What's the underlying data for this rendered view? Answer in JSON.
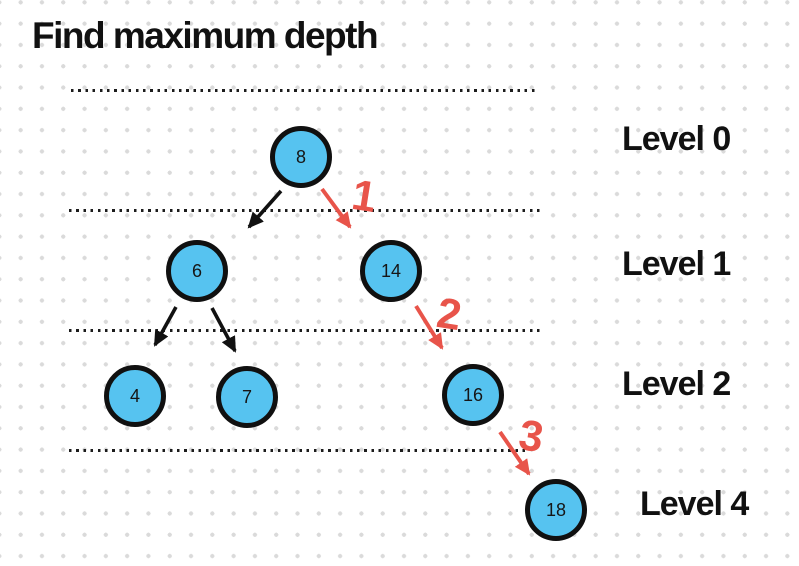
{
  "title": "Find maximum depth",
  "colors": {
    "node_fill": "#56c3f0",
    "node_border": "#101010",
    "black_arrow": "#111111",
    "red_accent": "#e8544a",
    "grid_dot": "#dadada",
    "separator_dot": "#1c1c1c"
  },
  "levels": [
    {
      "label": "Level 0"
    },
    {
      "label": "Level 1"
    },
    {
      "label": "Level 2"
    },
    {
      "label": "Level 4"
    }
  ],
  "tree": {
    "nodes": [
      {
        "value": "8"
      },
      {
        "value": "6"
      },
      {
        "value": "14"
      },
      {
        "value": "4"
      },
      {
        "value": "7"
      },
      {
        "value": "16"
      },
      {
        "value": "18"
      }
    ],
    "edges": [
      {
        "from": "8",
        "to": "6",
        "color": "black"
      },
      {
        "from": "6",
        "to": "4",
        "color": "black"
      },
      {
        "from": "6",
        "to": "7",
        "color": "black"
      },
      {
        "from": "8",
        "to": "14",
        "color": "red",
        "step": "1"
      },
      {
        "from": "14",
        "to": "16",
        "color": "red",
        "step": "2"
      },
      {
        "from": "16",
        "to": "18",
        "color": "red",
        "step": "3"
      }
    ]
  },
  "steps": [
    {
      "label": "1"
    },
    {
      "label": "2"
    },
    {
      "label": "3"
    }
  ]
}
